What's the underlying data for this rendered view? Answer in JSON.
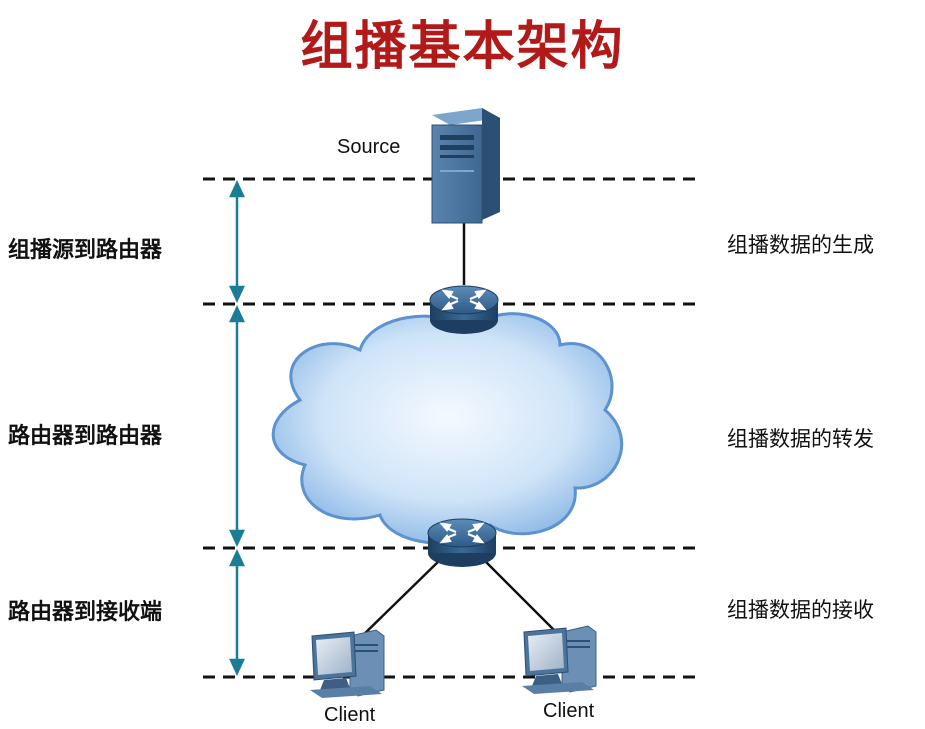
{
  "title": "组播基本架构",
  "colors": {
    "title": "#b21a1a",
    "arrow": "#1b7d95",
    "dash": "#111111",
    "cloud_edge": "#5b92cf",
    "cloud_fill": "#cfe4f8",
    "router": "#2e5d88"
  },
  "left_labels": [
    "组播源到路由器",
    "路由器到路由器",
    "路由器到接收端"
  ],
  "right_labels": [
    "组播数据的生成",
    "组播数据的转发",
    "组播数据的接收"
  ],
  "nodes": {
    "source": "Source",
    "client_left": "Client",
    "client_right": "Client"
  },
  "icons": [
    "server-icon",
    "router-icon",
    "cloud-icon",
    "client-pc-icon",
    "double-arrow-icon"
  ]
}
